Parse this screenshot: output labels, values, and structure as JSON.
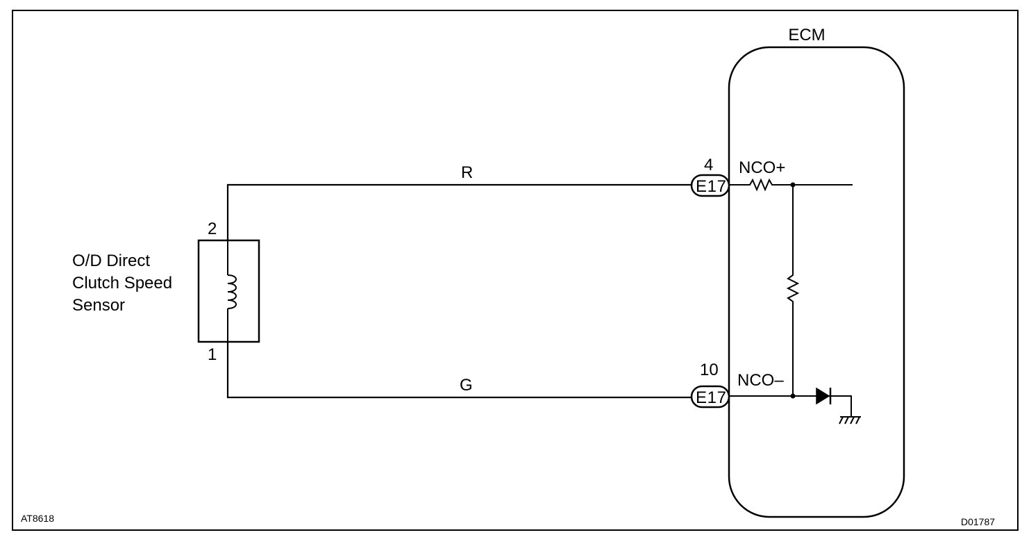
{
  "ecm": {
    "title": "ECM"
  },
  "sensor": {
    "name_lines": [
      "O/D Direct",
      "Clutch Speed",
      "Sensor"
    ],
    "pin_top": "2",
    "pin_bottom": "1"
  },
  "wires": {
    "upper_color": "R",
    "lower_color": "G"
  },
  "connectors": {
    "upper": {
      "pin": "4",
      "id": "E17",
      "signal": "NCO+"
    },
    "lower": {
      "pin": "10",
      "id": "E17",
      "signal": "NCO–"
    }
  },
  "codes": {
    "left": "AT8618",
    "right": "D01787"
  }
}
